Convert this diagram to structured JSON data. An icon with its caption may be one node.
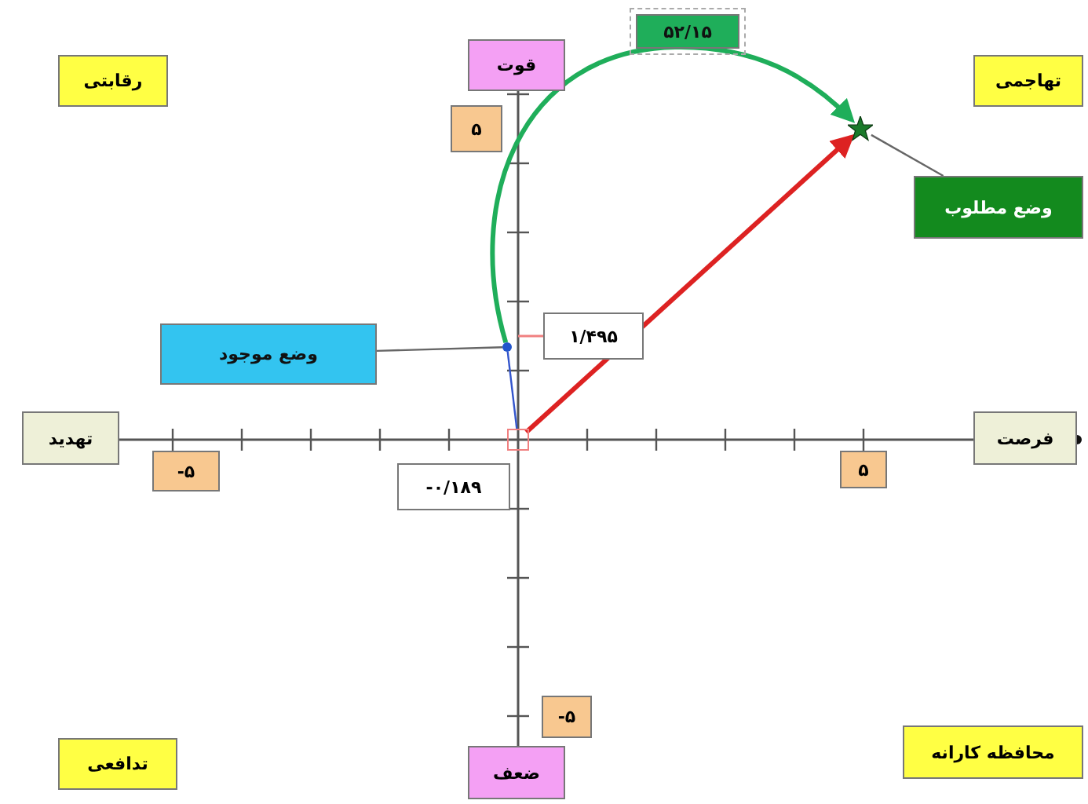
{
  "diagram": {
    "nodes": [
      {
        "text": [
          "وضع موجود"
        ]
      },
      {
        "text": [],
        "shape": "circle"
      },
      {
        "text": [
          "وضع مطلوب"
        ]
      },
      {
        "text": [],
        "shape": "star"
      },
      {
        "text": [],
        "shape": "box"
      }
    ],
    "edges": [
      {
        "from": 0,
        "to": 1,
        "arrow": "none"
      },
      {
        "from": 2,
        "to": 3,
        "arrow": "none"
      },
      {
        "from": 1,
        "to": 3,
        "arrow": "to",
        "label": "۵۲/۱۵",
        "style": "thick",
        "color": "#1fae5a"
      },
      {
        "from": 4,
        "to": 3,
        "arrow": "to",
        "style": "thick",
        "color": "#dd2222"
      },
      {
        "from": 4,
        "to": 1,
        "arrow": "none",
        "color": "#3355cc"
      }
    ],
    "labels": [
      "رقابتی",
      "قوت",
      "تهاجمی",
      "۵",
      "۱/۴۹۵",
      "تهدید",
      "فرصت",
      "-۵",
      "-۰/۱۸۹",
      "۵",
      "-۵",
      "تدافعی",
      "ضعف",
      "محافظه کارانه"
    ]
  }
}
